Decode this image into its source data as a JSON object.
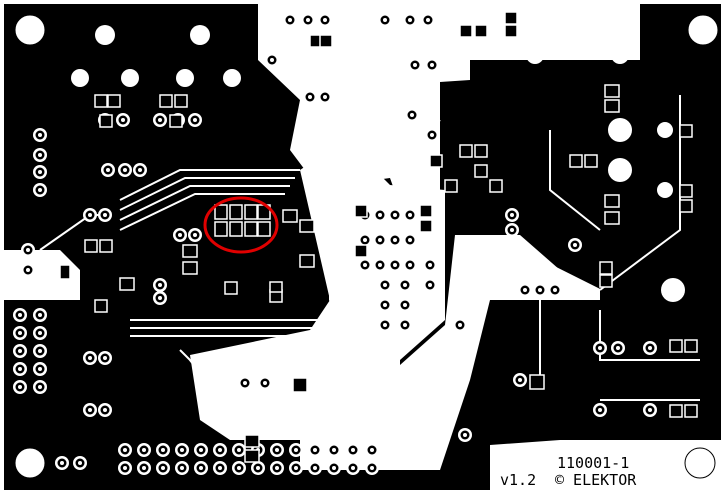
{
  "board": {
    "version": "v1.2",
    "board_id": "110001-1",
    "copyright": "© ELEKTOR"
  },
  "colors": {
    "copper": "#000000",
    "substrate": "#ffffff",
    "highlight": "#e00000"
  }
}
